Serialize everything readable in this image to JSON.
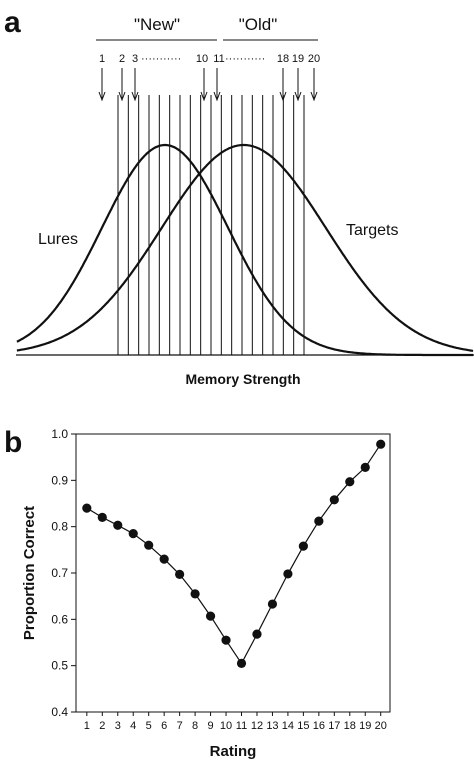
{
  "panel_a": {
    "label": "a",
    "group_new": "\"New\"",
    "group_old": "\"Old\"",
    "criterion_labels": [
      "1",
      "2",
      "3",
      "10",
      "11",
      "18",
      "19",
      "20"
    ],
    "criterion_dots": "···········",
    "lures_label": "Lures",
    "targets_label": "Targets",
    "xlabel": "Memory Strength"
  },
  "panel_b": {
    "label": "b"
  },
  "chart_data": [
    {
      "type": "line",
      "panel": "a",
      "xlabel": "Memory Strength",
      "series": [
        {
          "name": "Lures",
          "distribution": "gaussian",
          "mean": 0.0,
          "sd": 1.0
        },
        {
          "name": "Targets",
          "distribution": "gaussian",
          "mean": 1.25,
          "sd": 1.3
        }
      ],
      "annotations": [
        "\"New\"",
        "\"Old\"",
        "1",
        "2",
        "3",
        "10",
        "11",
        "18",
        "19",
        "20"
      ],
      "criteria_count": 19,
      "grid": false
    },
    {
      "type": "line",
      "panel": "b",
      "xlabel": "Rating",
      "ylabel": "Proportion Correct",
      "x": [
        1,
        2,
        3,
        4,
        5,
        6,
        7,
        8,
        9,
        10,
        11,
        12,
        13,
        14,
        15,
        16,
        17,
        18,
        19,
        20
      ],
      "values": [
        0.84,
        0.82,
        0.803,
        0.785,
        0.76,
        0.73,
        0.697,
        0.655,
        0.607,
        0.555,
        0.505,
        0.568,
        0.633,
        0.698,
        0.758,
        0.812,
        0.858,
        0.897,
        0.928,
        0.978
      ],
      "xticks": [
        "1",
        "2",
        "3",
        "4",
        "5",
        "6",
        "7",
        "8",
        "9",
        "10",
        "11",
        "12",
        "13",
        "14",
        "15",
        "16",
        "17",
        "18",
        "19",
        "20"
      ],
      "yticks": [
        "0.4",
        "0.5",
        "0.6",
        "0.7",
        "0.8",
        "0.9",
        "1.0"
      ],
      "xlim": [
        0.3,
        20.6
      ],
      "ylim": [
        0.4,
        1.0
      ],
      "grid": false
    }
  ]
}
